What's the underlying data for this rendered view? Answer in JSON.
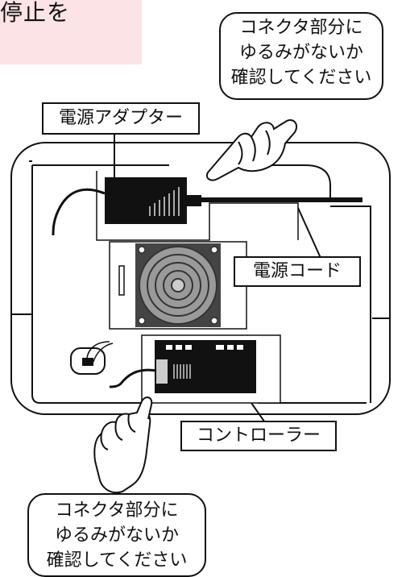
{
  "top_note": {
    "text": "停止を"
  },
  "callout_top": {
    "line1": "コネクタ部分に",
    "line2": "ゆるみがないか",
    "line3": "確認してください"
  },
  "callout_bottom": {
    "line1": "コネクタ部分に",
    "line2": "ゆるみがないか",
    "line3": "確認してください"
  },
  "labels": {
    "power_adapter": "電源アダプター",
    "power_cord": "電源コード",
    "controller": "コントローラー"
  },
  "colors": {
    "note_background": "#fbe3e6",
    "line": "#111111",
    "fan_gray": "#9a9a9a"
  }
}
